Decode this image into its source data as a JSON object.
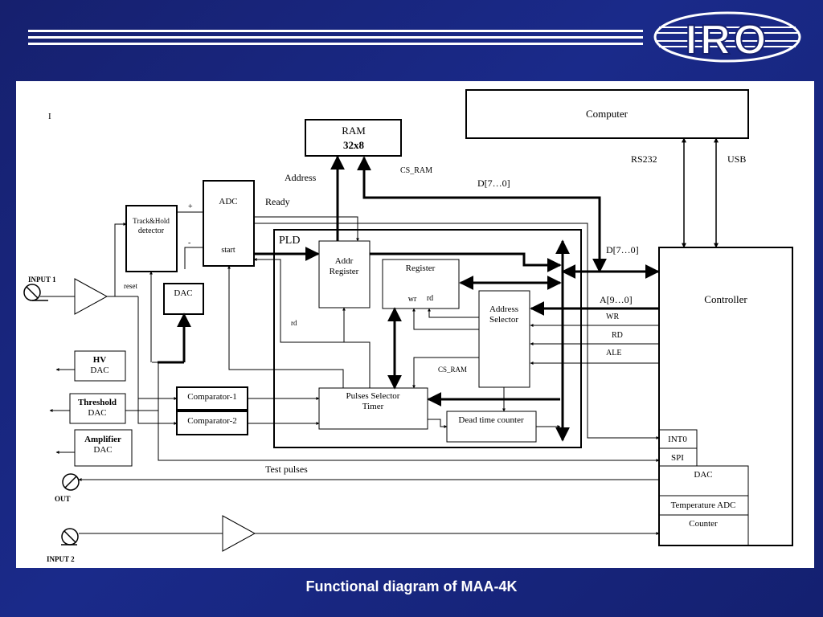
{
  "header": {
    "logo_text": "IRO"
  },
  "diagram": {
    "corner_mark": "I",
    "blocks": {
      "computer": "Computer",
      "ram_line1": "RAM",
      "ram_line2": "32x8",
      "adc": "ADC",
      "adc_start": "start",
      "track_hold_line1": "Track&Hold",
      "track_hold_line2": "detector",
      "dac": "DAC",
      "hv_line1": "HV",
      "hv_line2": "DAC",
      "threshold_line1": "Threshold",
      "threshold_line2": "DAC",
      "amplifier_line1": "Amplifier",
      "amplifier_line2": "DAC",
      "comparator1": "Comparator-1",
      "comparator2": "Comparator-2",
      "pld": "PLD",
      "addr_register_line1": "Addr",
      "addr_register_line2": "Register",
      "register": "Register",
      "register_wr": "wr",
      "register_rd": "rd",
      "address_selector_line1": "Address",
      "address_selector_line2": "Selector",
      "pulses_selector_line1": "Pulses Selector",
      "pulses_selector_line2": "Timer",
      "dead_time_counter": "Dead time counter",
      "controller": "Controller",
      "int0": "INT0",
      "spi": "SPI",
      "controller_dac": "DAC",
      "temperature_adc": "Temperature ADC",
      "counter": "Counter"
    },
    "labels": {
      "address": "Address",
      "ready": "Ready",
      "cs_ram": "CS_RAM",
      "data_bus_top": "D[7…0]",
      "data_bus_right": "D[7…0]",
      "rs232": "RS232",
      "usb": "USB",
      "address_bus": "A[9…0]",
      "wr": "WR",
      "rd": "RD",
      "ale": "ALE",
      "plus": "+",
      "minus": "-",
      "reset": "reset",
      "rd_inner": "rd",
      "cs_ram_inner": "CS_RAM",
      "input1": "INPUT 1",
      "input2": "INPUT 2",
      "out": "OUT",
      "test_pulses": "Test pulses"
    }
  },
  "caption": "Functional diagram of MAA-4K"
}
